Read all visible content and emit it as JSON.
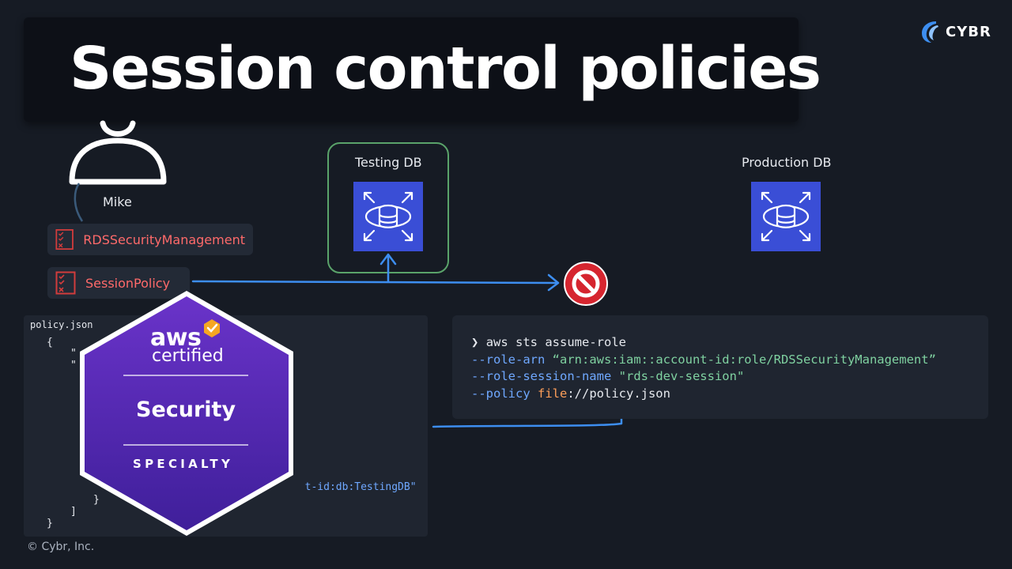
{
  "title": "Session control policies",
  "brand": {
    "name": "CYBR"
  },
  "user": {
    "name": "Mike"
  },
  "policies": [
    {
      "label": "RDSSecurityManagement",
      "icon": "policy-document-icon"
    },
    {
      "label": "SessionPolicy",
      "icon": "policy-document-icon"
    }
  ],
  "databases": {
    "testing": {
      "label": "Testing DB",
      "icon": "rds-database-icon"
    },
    "production": {
      "label": "Production DB",
      "icon": "rds-database-icon"
    }
  },
  "denied_icon": "prohibited-icon",
  "policy_json": {
    "filename": "policy.json",
    "open_brace": "{",
    "frag1": "\"",
    "frag2": "\"",
    "resource_tail": "t-id:db:TestingDB\"",
    "close_inner": "}",
    "close_bracket": "]",
    "close_brace": "}"
  },
  "cli": {
    "prompt": "❯",
    "line1_cmd": "aws sts assume-role",
    "line2_flag": "--role-arn",
    "line2_value": "“arn:aws:iam::account-id:role/RDSSecurityManagement”",
    "line3_flag": "--role-session-name",
    "line3_value": "\"rds-dev-session\"",
    "line4_flag": "--policy",
    "line4_kw": "file",
    "line4_rest": "://policy.json"
  },
  "badge": {
    "line1": "aws",
    "line2": "certified",
    "line3": "Security",
    "line4": "SPECIALTY"
  },
  "copyright": "© Cybr, Inc.",
  "colors": {
    "background": "#161b24",
    "accent_blue": "#3d8ef0",
    "policy_red": "#ff6a6a",
    "testing_frame_green": "#5aa36a",
    "db_icon_blue": "#3a4ed6",
    "badge_purple": "#5b2bb5",
    "deny_red": "#d6252f"
  }
}
